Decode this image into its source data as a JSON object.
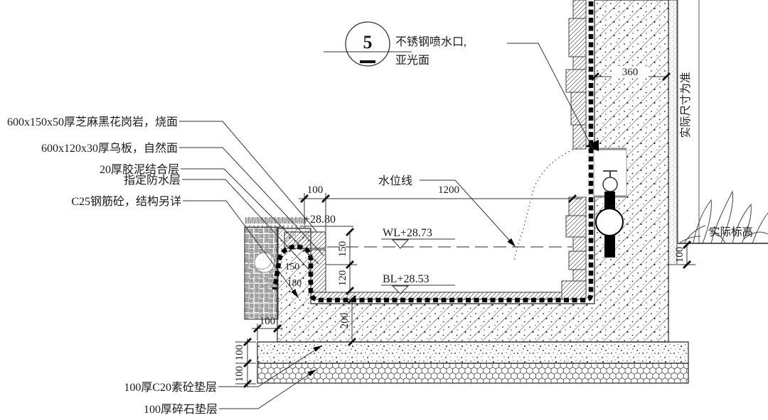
{
  "colors": {
    "ink": "#1a1a1a",
    "line": "#333333",
    "water_dash": "#555555"
  },
  "callout": {
    "number": "5",
    "label_line1": "不锈钢喷水口,",
    "label_line2": "亚光面"
  },
  "left_labels": {
    "granite": "600x150x50厚芝麻黑花岗岩，烧面",
    "slate": "600x120x30厚乌板，自然面",
    "mortar": "20厚胶泥结合层",
    "waterproof": "指定防水层",
    "concrete": "C25钢筋砼，结构另详"
  },
  "bottom_labels": {
    "c20_cushion": "100厚C20素砼垫层",
    "gravel_cushion": "100厚碎石垫层"
  },
  "annotations": {
    "water_line": "水位线",
    "right_vertical_note": "实际尺寸为准",
    "right_ground_note": "实际标高"
  },
  "levels": {
    "coping_top": "+28.80",
    "water_level": "WL+28.73",
    "basin_bottom": "BL+28.53"
  },
  "dimensions": {
    "coping_width": "100",
    "basin_width": "1200",
    "wall_thickness": "360",
    "depth_upper": "150",
    "depth_lower": "120",
    "slab_thickness": "200",
    "coping_face": "150",
    "coping_edge": "180",
    "footing_offset": "100",
    "c20_layer": "100",
    "gravel_layer": "100",
    "right_embed": "100"
  }
}
